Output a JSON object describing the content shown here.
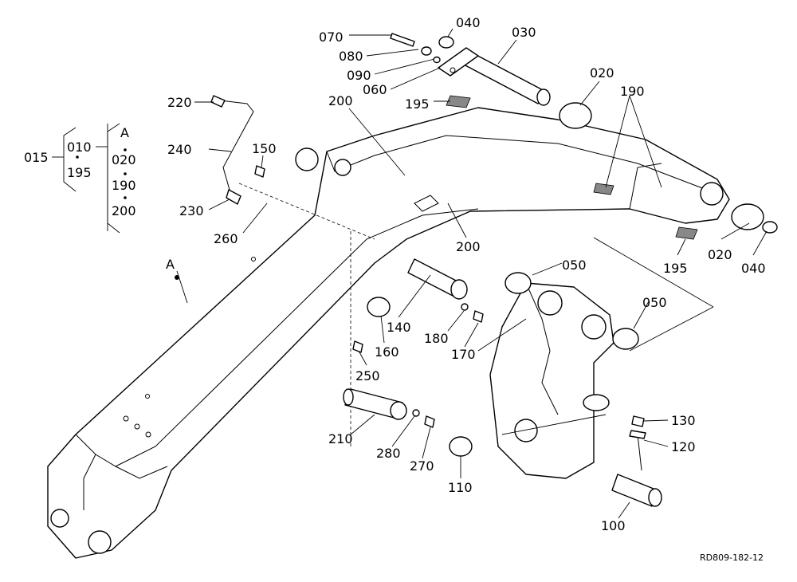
{
  "diagram": {
    "drawing_code": "RD809-182-12",
    "callouts": {
      "p070": "070",
      "p040a": "040",
      "p030": "030",
      "p080": "080",
      "p090": "090",
      "p060": "060",
      "p195a": "195",
      "p020a": "020",
      "p190": "190",
      "p200a": "200",
      "p220": "220",
      "p240": "240",
      "p150": "150",
      "p230": "230",
      "p260": "260",
      "pA": "A",
      "p200b": "200",
      "p050a": "050",
      "p050b": "050",
      "p020b": "020",
      "p040b": "040",
      "p195b": "195",
      "p140": "140",
      "p180": "180",
      "p160": "160",
      "p170": "170",
      "p250": "250",
      "p210": "210",
      "p280": "280",
      "p270": "270",
      "p110": "110",
      "p130": "130",
      "p120": "120",
      "p100": "100"
    },
    "kit_legend": {
      "parent": "015",
      "left_group": [
        "010",
        "195"
      ],
      "sub_label": "A",
      "right_group": [
        "020",
        "190",
        "200"
      ]
    }
  }
}
